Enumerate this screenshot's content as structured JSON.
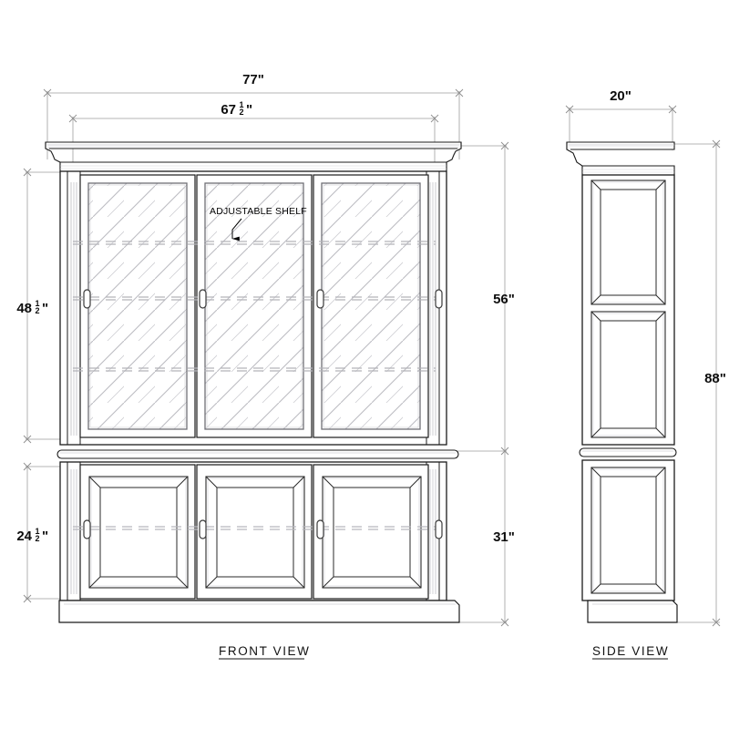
{
  "drawing": {
    "background_color": "#ffffff",
    "line_color": "#1a1a1a",
    "dim_line_color": "#9a9a9a",
    "glass_hatch_color": "#b9b9bd",
    "shelf_dash_color": "#b0b0b6",
    "panel_shadow_color": "#cfcfd4"
  },
  "front_view": {
    "label": "FRONT  VIEW",
    "annotation": {
      "text": "ADJUSTABLE SHELF",
      "leader": "arrow-down"
    },
    "dimensions": {
      "overall_width": {
        "value": "77",
        "unit": "\"",
        "label": "77\"",
        "position": "top-outer"
      },
      "case_width": {
        "whole": "67",
        "num": "1",
        "den": "2",
        "unit": "\"",
        "label": "67 1/2\"",
        "position": "top-inner"
      },
      "upper_height": {
        "whole": "48",
        "num": "1",
        "den": "2",
        "unit": "\"",
        "label": "48 1/2\"",
        "position": "left-upper"
      },
      "lower_height": {
        "whole": "24",
        "num": "1",
        "den": "2",
        "unit": "\"",
        "label": "24 1/2\"",
        "position": "left-lower"
      },
      "upper_case_height": {
        "value": "56",
        "unit": "\"",
        "label": "56\"",
        "position": "right-upper"
      },
      "lower_case_height": {
        "value": "31",
        "unit": "\"",
        "label": "31\"",
        "position": "right-lower"
      }
    },
    "upper_doors": 3,
    "lower_doors": 3,
    "handles_upper": 4,
    "handles_lower": 4,
    "adjustable_shelf_lines": 3
  },
  "side_view": {
    "label": "SIDE  VIEW",
    "dimensions": {
      "depth": {
        "value": "20",
        "unit": "\"",
        "label": "20\"",
        "position": "top"
      },
      "overall_height": {
        "value": "88",
        "unit": "\"",
        "label": "88\"",
        "position": "right"
      }
    },
    "panels": 3
  }
}
